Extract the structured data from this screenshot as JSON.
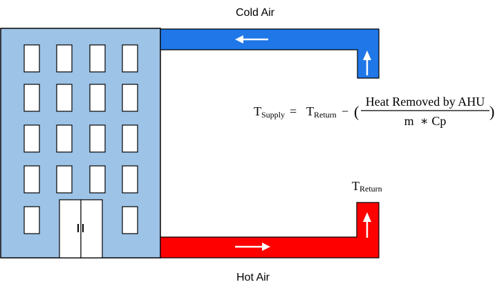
{
  "labels": {
    "cold_air": "Cold Air",
    "hot_air": "Hot Air"
  },
  "formula": {
    "t_letter": "T",
    "supply_sub": "Supply",
    "return_sub": "Return",
    "equals": "=",
    "minus": "−",
    "open_paren": "(",
    "close_paren": ")",
    "numerator": "Heat Removed by AHU",
    "denominator": "m  ∗ Cp"
  },
  "return_marker": {
    "t_letter": "T",
    "sub": "Return"
  },
  "colors": {
    "building": "#9dc3e6",
    "outline": "#000000",
    "cold_duct": "#1f77e8",
    "hot_duct": "#ff0000",
    "arrow": "#ffffff",
    "window": "#ffffff"
  },
  "icons": {
    "flow_arrow": "arrow-icon"
  }
}
